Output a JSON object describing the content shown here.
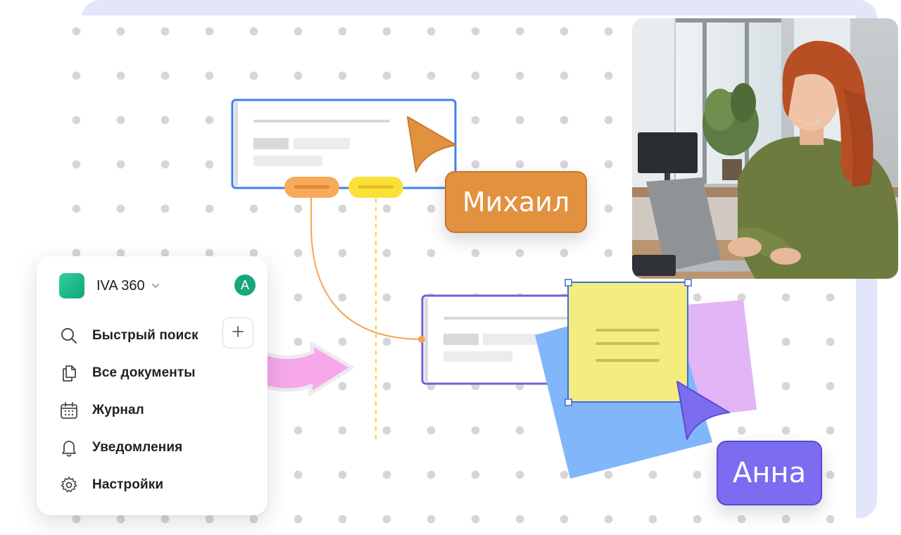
{
  "workspace": {
    "name": "IVA 360",
    "avatar_letter": "A",
    "logo_color": "#1fbf8a"
  },
  "sidebar": {
    "items": [
      {
        "label": "Быстрый поиск",
        "icon": "search-icon"
      },
      {
        "label": "Все документы",
        "icon": "documents-icon"
      },
      {
        "label": "Журнал",
        "icon": "calendar-icon"
      },
      {
        "label": "Уведомления",
        "icon": "bell-icon"
      },
      {
        "label": "Настройки",
        "icon": "gear-icon"
      }
    ],
    "add_icon": "plus-icon"
  },
  "cursors": {
    "mikhail": {
      "name": "Михаил",
      "color": "#e2913f"
    },
    "anna": {
      "name": "Анна",
      "color": "#7b6cf0"
    }
  },
  "colors": {
    "card_blue": "#3b82f0",
    "card_purple": "#6a63e0",
    "sticky_yellow": "#f4ec7e",
    "sticky_blue": "#82b6fb",
    "sticky_pink": "#e2b5f7",
    "arrow_pink": "#f7a8ea"
  }
}
